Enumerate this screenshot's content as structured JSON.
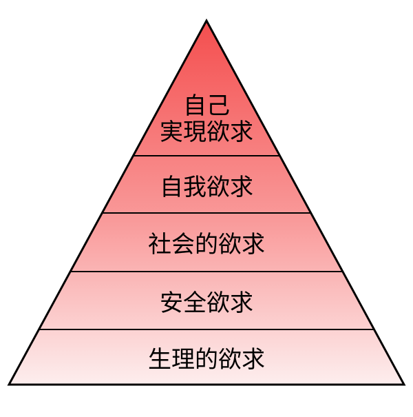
{
  "diagram": {
    "type": "pyramid",
    "colors": {
      "top": "#f44e4e",
      "bottom": "#fdeeee",
      "outline": "#000000"
    },
    "levels": [
      {
        "lines": [
          "自己",
          "実現欲求"
        ]
      },
      {
        "lines": [
          "自我欲求"
        ]
      },
      {
        "lines": [
          "社会的欲求"
        ]
      },
      {
        "lines": [
          "安全欲求"
        ]
      },
      {
        "lines": [
          "生理的欲求"
        ]
      }
    ]
  }
}
